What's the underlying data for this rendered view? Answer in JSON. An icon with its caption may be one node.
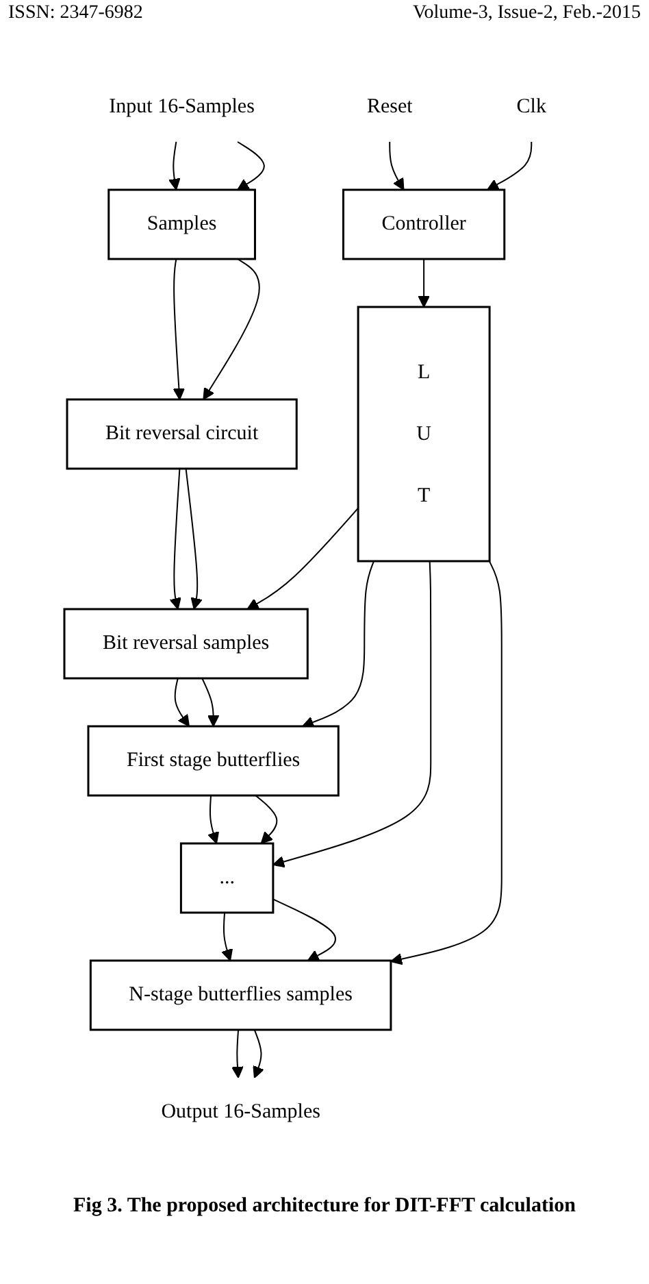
{
  "diagram": {
    "caption": "Fig 3. The proposed architecture for DIT-FFT calculation",
    "nodes": [
      {
        "text": [
          "Reset"
        ]
      },
      {
        "text": [
          "Clk"
        ]
      },
      {
        "text": [
          "Controller"
        ]
      },
      {
        "text": [
          "L U T"
        ]
      },
      {
        "text": [
          "Input 16-Samples"
        ]
      },
      {
        "text": [
          "Samples"
        ]
      },
      {
        "text": [
          "Bit reversal circuit"
        ]
      },
      {
        "text": [
          "Bit reversal samples"
        ]
      },
      {
        "text": [
          "First stage butterflies"
        ]
      },
      {
        "text": [
          "..."
        ]
      },
      {
        "text": [
          "N-stage butterflies samples"
        ]
      },
      {
        "text": [
          "Output 16-Samples"
        ]
      }
    ],
    "edges": [
      {
        "from": 0,
        "to": 2,
        "arrow": "to"
      },
      {
        "from": 1,
        "to": 2,
        "arrow": "to"
      },
      {
        "from": 2,
        "to": 3,
        "arrow": "to"
      },
      {
        "from": 4,
        "to": 5,
        "arrow": "to"
      },
      {
        "from": 4,
        "to": 5,
        "arrow": "to"
      },
      {
        "from": 5,
        "to": 6,
        "arrow": "to"
      },
      {
        "from": 5,
        "to": 6,
        "arrow": "to"
      },
      {
        "from": 6,
        "to": 7,
        "arrow": "to"
      },
      {
        "from": 6,
        "to": 7,
        "arrow": "to"
      },
      {
        "from": 3,
        "to": 7,
        "arrow": "to"
      },
      {
        "from": 7,
        "to": 8,
        "arrow": "to"
      },
      {
        "from": 7,
        "to": 8,
        "arrow": "to"
      },
      {
        "from": 3,
        "to": 8,
        "arrow": "to"
      },
      {
        "from": 8,
        "to": 9,
        "arrow": "to"
      },
      {
        "from": 8,
        "to": 9,
        "arrow": "to"
      },
      {
        "from": 3,
        "to": 9,
        "arrow": "to"
      },
      {
        "from": 9,
        "to": 10,
        "arrow": "to"
      },
      {
        "from": 9,
        "to": 10,
        "arrow": "to"
      },
      {
        "from": 3,
        "to": 10,
        "arrow": "to"
      },
      {
        "from": 10,
        "to": 11,
        "arrow": "to"
      },
      {
        "from": 10,
        "to": 11,
        "arrow": "to"
      }
    ],
    "labels": [
      "ISSN: 2347-6982",
      "Volume-3, Issue-2, Feb.-2015"
    ]
  }
}
